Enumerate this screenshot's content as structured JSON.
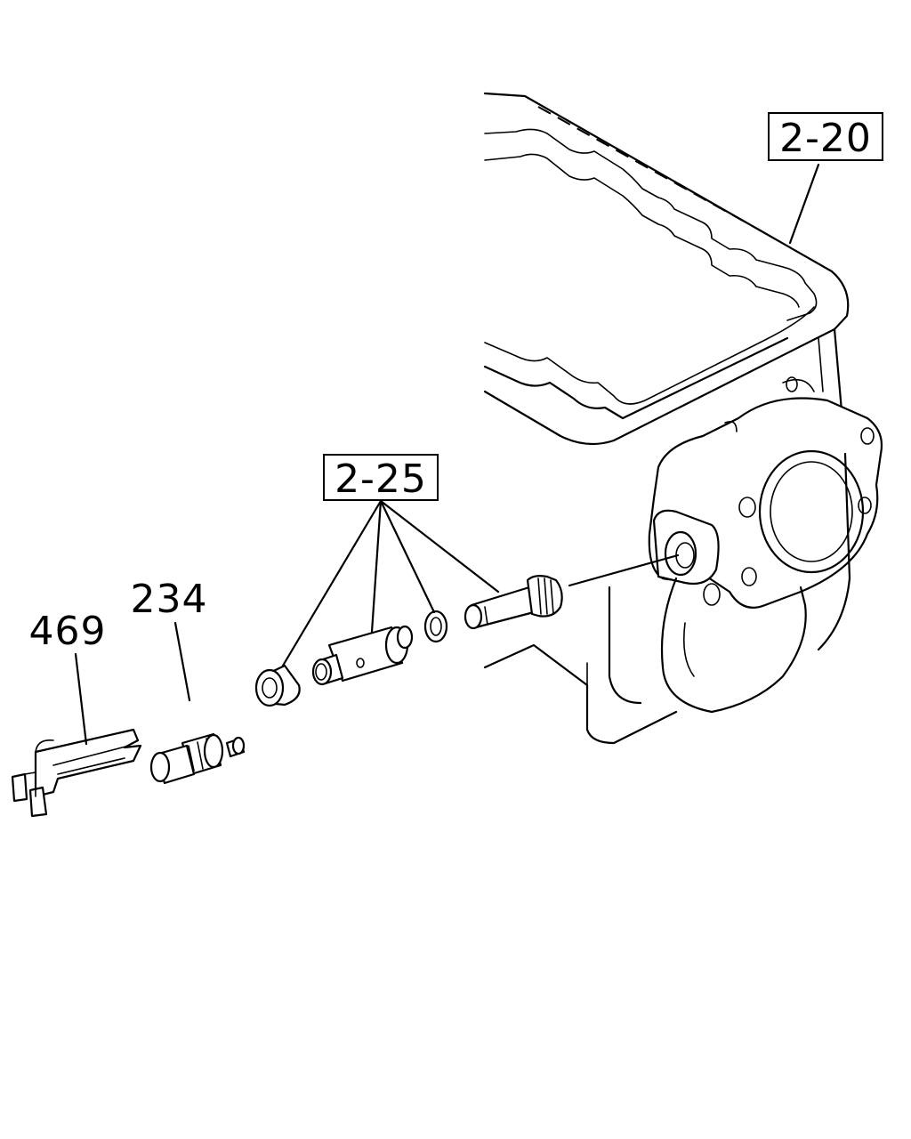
{
  "callouts": {
    "ref_2_20": "2-20",
    "ref_2_25": "2-25",
    "part_234": "234",
    "part_469": "469"
  }
}
